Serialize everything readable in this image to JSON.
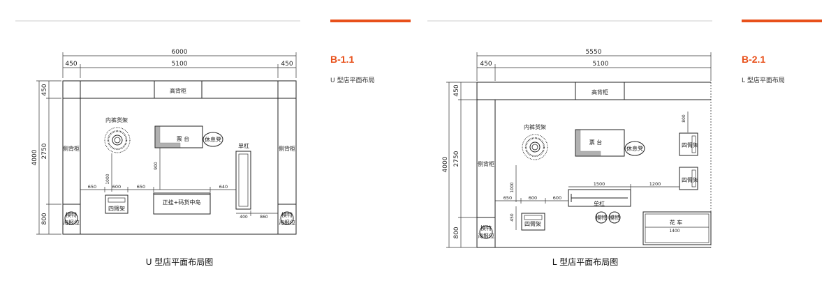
{
  "colors": {
    "accent": "#e8501a",
    "rule": "#cccccc",
    "line": "#222222"
  },
  "left": {
    "code": "B-1.1",
    "subtitle": "U 型店平面布局",
    "caption": "U 型店平面布局图",
    "dims": {
      "total_width": "6000",
      "side_left": "450",
      "middle": "5100",
      "side_right": "450",
      "total_height": "4000",
      "h_top": "450",
      "h_mid": "2750",
      "h_bottom": "800",
      "d_650a": "650",
      "d_600": "600",
      "d_650b": "650",
      "d_640": "640",
      "d_1000": "1000",
      "d_900": "900",
      "d_400": "400",
      "d_860": "860"
    },
    "labels": {
      "tall_cabinet": "高背柜",
      "underwear_rack": "内裤货架",
      "ticket_desk": "票 台",
      "rest_stool": "休息凳",
      "single_bar": "单杠",
      "side_cabinet_left": "侧背柜",
      "side_cabinet_right": "侧背柜",
      "four_arm": "四臂架",
      "center_island": "正挂+码货中岛",
      "mannequin_left_1": "模特",
      "mannequin_left_2": "海报位",
      "mannequin_right_1": "模特",
      "mannequin_right_2": "海报位"
    }
  },
  "right": {
    "code": "B-2.1",
    "subtitle": "L 型店平面布局",
    "caption": "L 型店平面布局图",
    "dims": {
      "total_width": "5550",
      "side_left": "450",
      "middle": "5100",
      "total_height": "4000",
      "h_top": "450",
      "h_mid": "2750",
      "h_bottom": "800",
      "d_650": "650",
      "d_600a": "600",
      "d_600b": "600",
      "d_1500": "1500",
      "d_1200": "1200",
      "d_1000": "1000",
      "d_800": "800",
      "d_450": "450",
      "d_1400": "1400"
    },
    "labels": {
      "tall_cabinet": "高背柜",
      "underwear_rack": "内裤货架",
      "ticket_desk": "票 台",
      "rest_stool": "休息凳",
      "side_cabinet": "侧背柜",
      "four_arm_1": "四臂架",
      "four_arm_2": "四臂架",
      "four_arm_3": "四臂架",
      "single_bar": "单杠",
      "mannequin_a": "模特",
      "mannequin_b": "模特",
      "mannequin_corner_1": "模特",
      "mannequin_corner_2": "海报位",
      "flower_cart": "花 车"
    }
  }
}
